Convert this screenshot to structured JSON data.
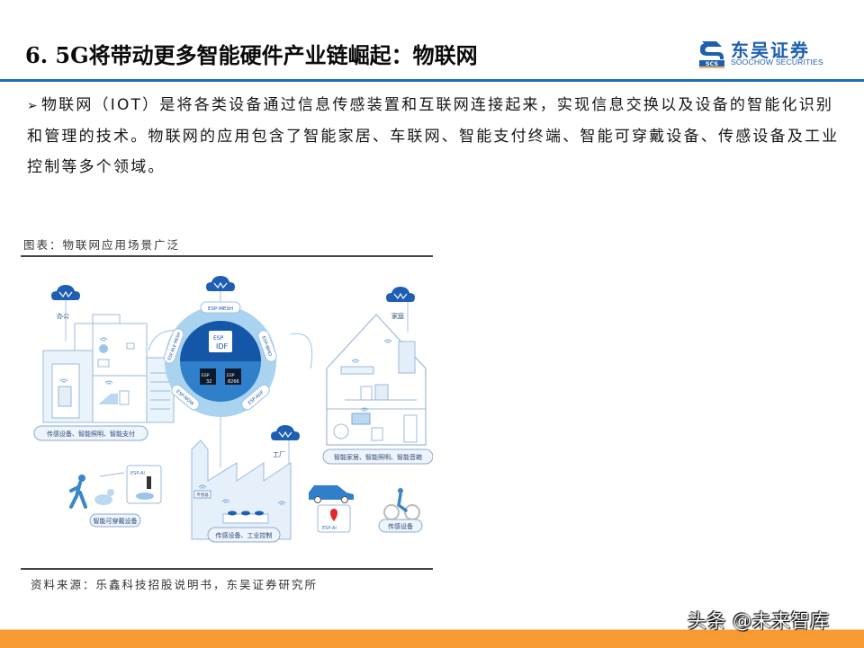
{
  "header": {
    "title": "6. 5G将带动更多智能硬件产业链崛起：物联网",
    "logo": {
      "name_cn": "东吴证券",
      "name_en": "SOOCHOW SECURITIES",
      "mark": "SCS"
    }
  },
  "body": {
    "bullet_icon": "arrow-bullet-icon",
    "paragraph": "物联网（IOT）是将各类设备通过信息传感装置和互联网连接起来，实现信息交换以及设备的智能化识别和管理的技术。物联网的应用包含了智能家居、车联网、智能支付终端、智能可穿戴设备、传感设备及工业控制等多个领域。"
  },
  "figure": {
    "caption": "图表：物联网应用场景广泛",
    "source": "资料来源：乐鑫科技招股说明书，东吴证券研究所",
    "hub": {
      "ring_labels": [
        "ESP-MESH",
        "ESP BLE MESH",
        "ESP-WHO",
        "ESP-NOW",
        "ESP-ADF"
      ],
      "framework": {
        "line1": "ESP",
        "line2": "IDF"
      },
      "chips": [
        {
          "line1": "ESP",
          "line2": "32"
        },
        {
          "line1": "ESP",
          "line2": "8266"
        }
      ]
    },
    "scenes": {
      "office": {
        "cloud_label": "办公",
        "caption": "传感设备、智能照明、智能支付"
      },
      "home": {
        "cloud_label": "家庭",
        "caption": "智能家居、智能照明、智能音箱"
      },
      "factory": {
        "cloud_label": "工厂",
        "caption": "传感设备、工业控制",
        "sensor_tag": "传感器"
      },
      "wearable": {
        "caption": "智能可穿戴设备",
        "app_tag": "ESP-AI"
      },
      "mobility": {
        "caption": "传感设备",
        "app_tag": "ESP-AI"
      }
    }
  },
  "footer": {
    "watermark": "头条 @未来智库"
  },
  "colors": {
    "title_rule": "#1f6fb0",
    "brand_blue": "#1e5fae",
    "footer_orange": "#f89a32",
    "hub_dark": "#1456a8",
    "hub_light": "#a9d3ef"
  }
}
